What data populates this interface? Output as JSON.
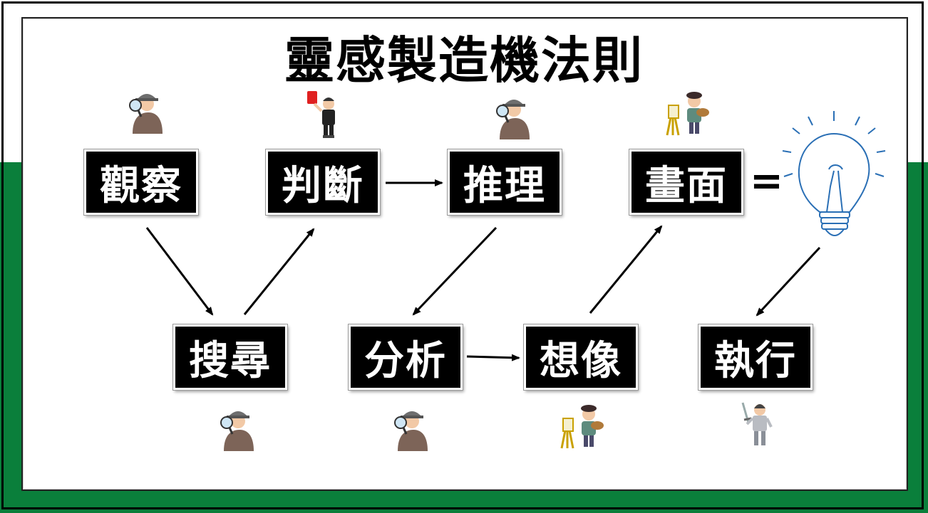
{
  "colors": {
    "background_band": "#0a7f3b",
    "node_fill": "#000000",
    "node_text": "#ffffff",
    "arrow": "#000000"
  },
  "title": "靈感製造機法則",
  "nodes": {
    "observe": "觀察",
    "judge": "判斷",
    "reason": "推理",
    "picture": "畫面",
    "search": "搜尋",
    "analyze": "分析",
    "imagine": "想像",
    "execute": "執行"
  },
  "equals": "=",
  "icons": {
    "detective": "detective-magnifier-icon",
    "referee": "referee-red-card-icon",
    "painter": "painter-easel-icon",
    "knight": "knight-sword-icon",
    "bulb": "lightbulb-icon"
  }
}
